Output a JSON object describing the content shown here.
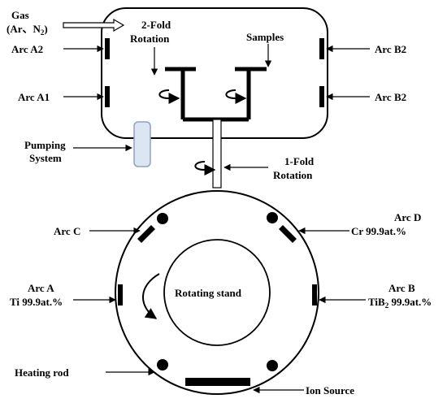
{
  "labels": {
    "gas": "Gas",
    "gas_formula_prefix": "(Ar、N",
    "gas_formula_sub": "2",
    "gas_formula_suffix": ")",
    "arc_a2": "Arc A2",
    "arc_a1": "Arc A1",
    "arc_b2_top": "Arc B2",
    "arc_b2_bottom": "Arc B2",
    "two_fold_line1": "2-Fold",
    "two_fold_line2": "Rotation",
    "samples": "Samples",
    "pumping_line1": "Pumping",
    "pumping_line2": "System",
    "one_fold_line1": "1-Fold",
    "one_fold_line2": "Rotation",
    "arc_c": "Arc C",
    "arc_d": "Arc D",
    "arc_d_material": "Cr 99.9at.%",
    "arc_a": "Arc A",
    "arc_a_material": "Ti 99.9at.%",
    "arc_b": "Arc B",
    "arc_b_material_prefix": "TiB",
    "arc_b_material_sub": "2",
    "arc_b_material_suffix": " 99.9at.%",
    "rotating_stand": "Rotating stand",
    "heating_rod": "Heating rod",
    "ion_source": "Ion Source"
  },
  "colors": {
    "line": "#000000",
    "pump_fill": "#dce6f2",
    "pump_stroke": "#8ea2bd"
  }
}
